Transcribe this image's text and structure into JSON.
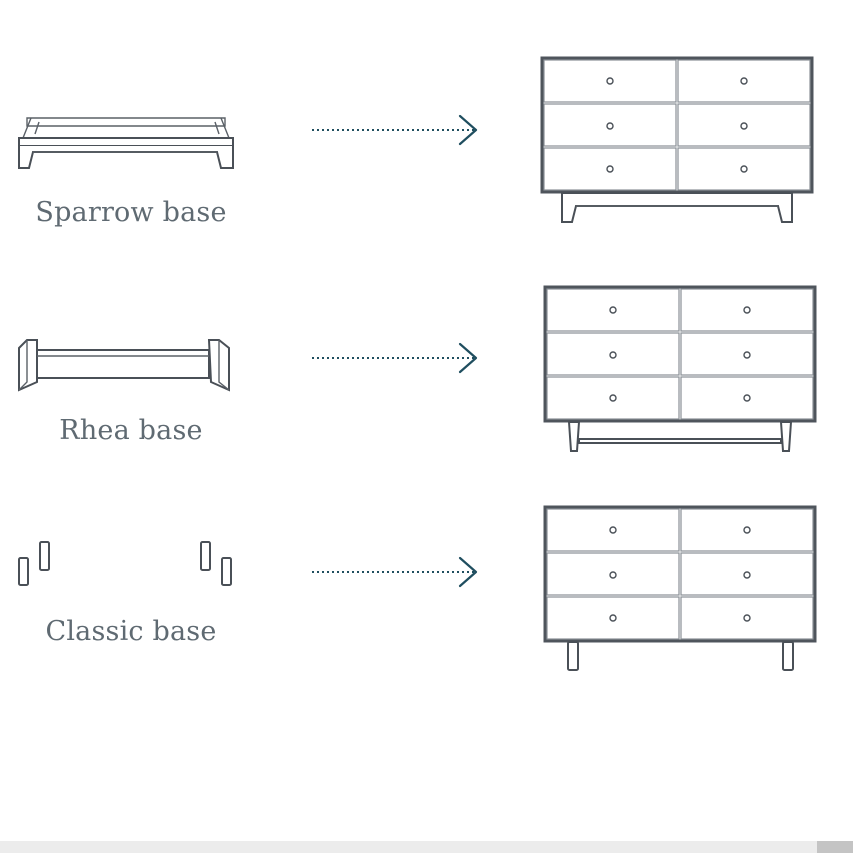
{
  "bases": [
    {
      "label": "Sparrow base"
    },
    {
      "label": "Rhea base"
    },
    {
      "label": "Classic base"
    }
  ],
  "colors": {
    "arrow": "#1f4e5f",
    "label": "#5f6a72",
    "line": "#4a5057"
  }
}
